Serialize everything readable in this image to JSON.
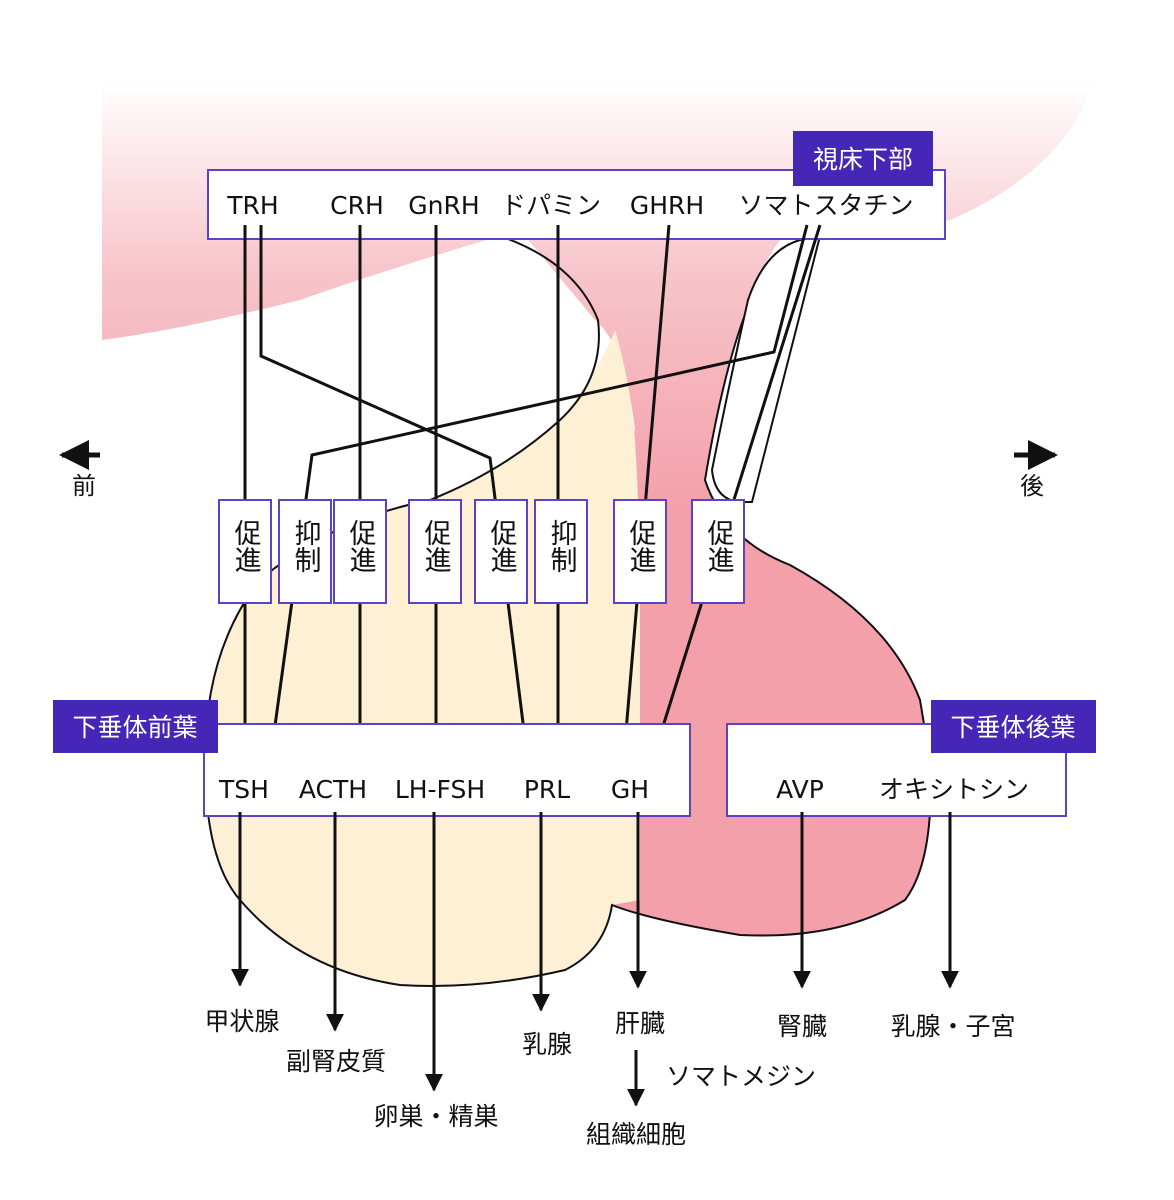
{
  "regions": {
    "hypothalamus": "視床下部",
    "anterior_pituitary": "下垂体前葉",
    "posterior_pituitary": "下垂体後葉"
  },
  "directions": {
    "front": "前",
    "back": "後"
  },
  "releasing_hormones": [
    "TRH",
    "CRH",
    "GnRH",
    "ドパミン",
    "GHRH",
    "ソマトスタチン"
  ],
  "actions": [
    "促進",
    "抑制",
    "促進",
    "促進",
    "促進",
    "抑制",
    "促進",
    "促進"
  ],
  "anterior_hormones": [
    "TSH",
    "ACTH",
    "LH-FSH",
    "PRL",
    "GH"
  ],
  "posterior_hormones": [
    "AVP",
    "オキシトシン"
  ],
  "targets": [
    "甲状腺",
    "副腎皮質",
    "卵巣・精巣",
    "乳腺",
    "肝臓",
    "腎臓",
    "乳腺・子宮"
  ],
  "somatomedin": {
    "label": "ソマトメジン",
    "target": "組織細胞"
  },
  "colors": {
    "hypothalamus_fill": "#f4a0aa",
    "anterior_fill": "#fef0d4",
    "label_bg": "#4527b8",
    "box_border": "#5b43c9",
    "line": "#111111"
  }
}
